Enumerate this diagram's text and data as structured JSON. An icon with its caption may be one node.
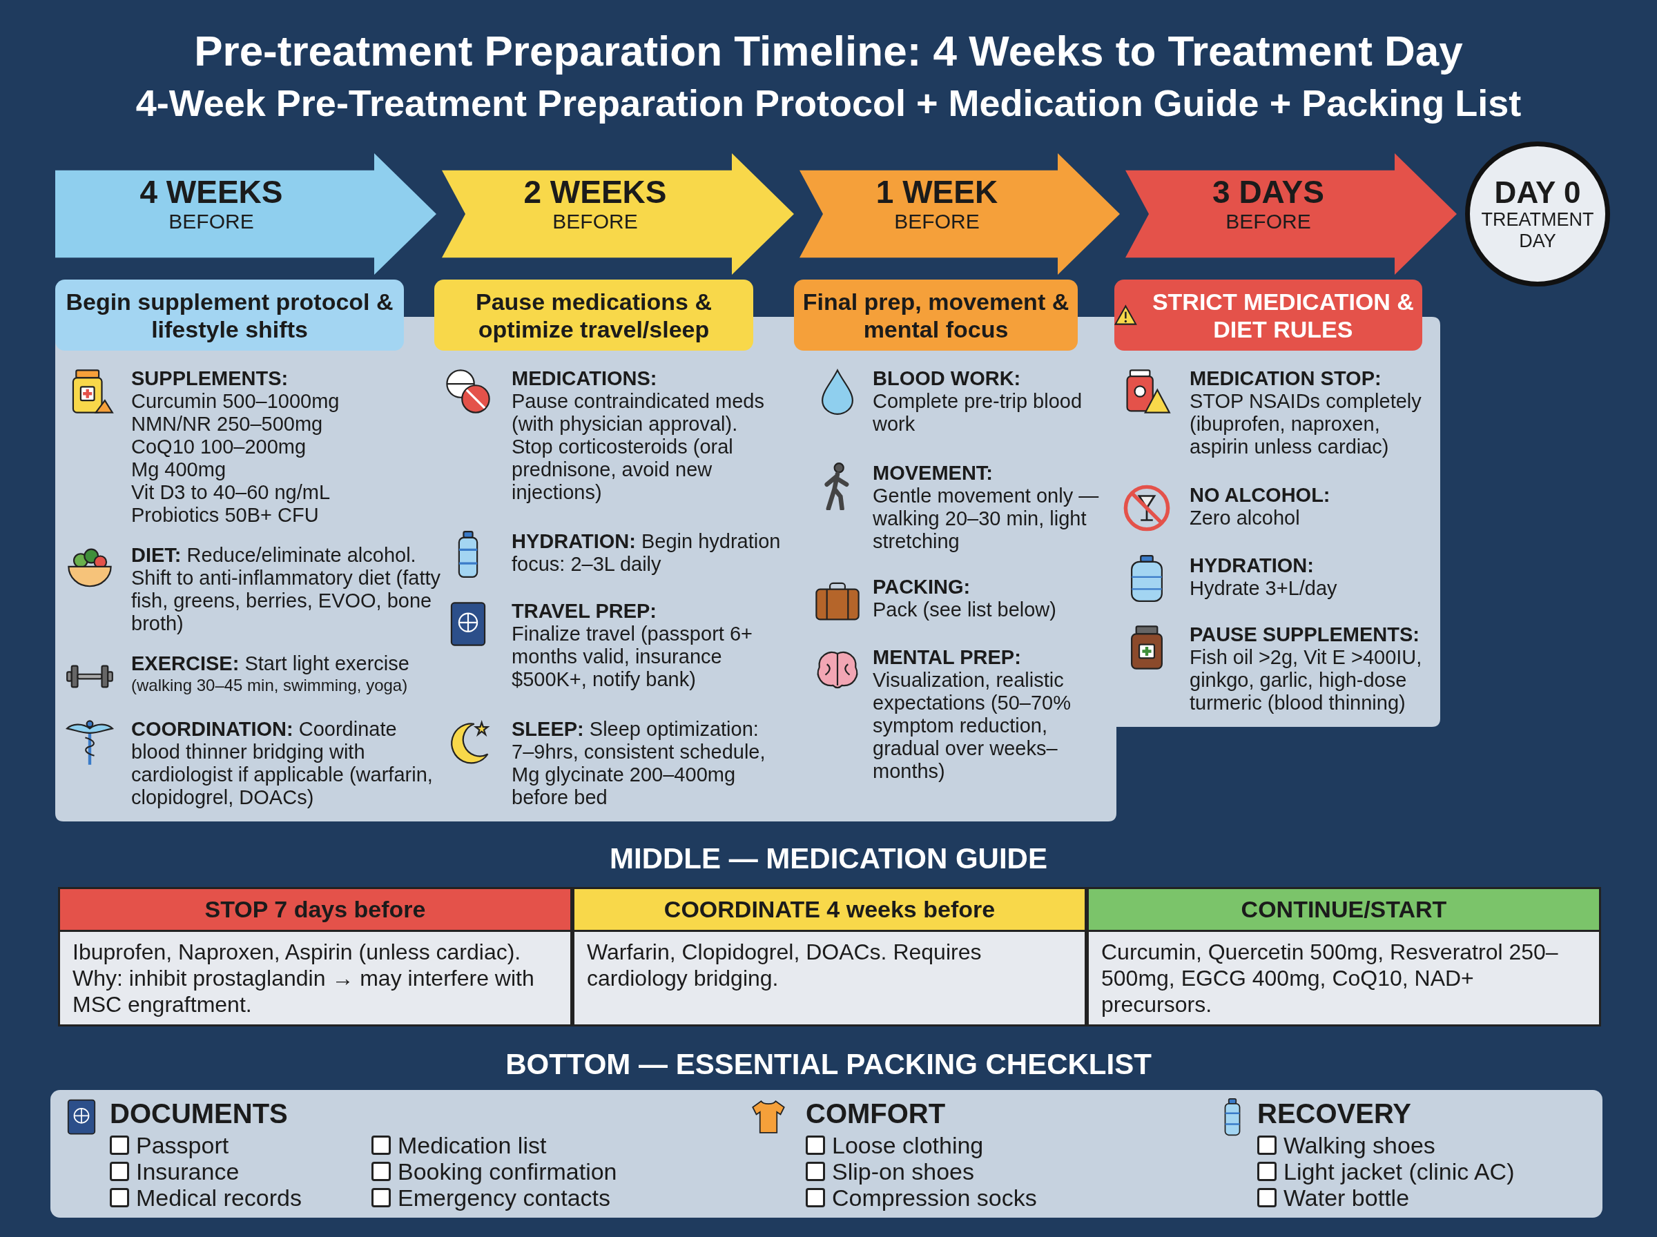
{
  "diagram": {
    "title": "Pre-treatment Preparation Timeline: 4 Weeks to Treatment Day",
    "nodes": [
      {
        "text": [
          "4 WEEKS",
          "BEFORE"
        ]
      },
      {
        "text": [
          "2 WEEKS",
          "BEFORE"
        ]
      },
      {
        "text": [
          "1 WEEK",
          "BEFORE"
        ]
      },
      {
        "text": [
          "3 DAYS",
          "BEFORE"
        ]
      },
      {
        "text": [
          "DAY 0",
          "TREATMENT DAY"
        ]
      },
      {
        "text": [
          "Begin supplement protocol & lifestyle shifts"
        ]
      },
      {
        "text": [
          "Pause medications & optimize travel/sleep"
        ]
      },
      {
        "text": [
          "Final prep, movement & mental focus"
        ]
      },
      {
        "text": [
          "STRICT MEDICATION & DIET RULES"
        ]
      }
    ],
    "labels": [
      "4-Week Pre-Treatment Preparation Protocol + Medication Guide + Packing List",
      "SUPPLEMENTS:",
      "Curcumin 500–1000mg",
      "NMN/NR 250–500mg",
      "CoQ10 100–200mg",
      "Mg 400mg",
      "Vit D3 to 40–60 ng/mL",
      "Probiotics 50B+ CFU",
      "**DIET:** Reduce/eliminate alcohol. Shift to anti-inflammatory diet (fatty fish, greens, berries, EVOO, bone broth)",
      "**EXERCISE:** Start light exercise",
      "(walking 30–45 min, swimming, yoga)",
      "**COORDINATION:** Coordinate blood thinner bridging with cardiologist if applicable (warfarin, clopidogrel, DOACs)",
      "MEDICATIONS:",
      "Pause contraindicated meds (with physician approval). Stop corticosteroids (oral prednisone, avoid new injections)",
      "**HYDRATION:** Begin hydration focus: 2–3L daily",
      "TRAVEL PREP:",
      "Finalize travel (passport 6+ months valid, insurance $500K+, notify bank)",
      "**SLEEP:** Sleep optimization: 7–9hrs, consistent schedule, Mg glycinate 200–400mg before bed",
      "BLOOD WORK:",
      "Complete pre-trip blood work",
      "MOVEMENT:",
      "Gentle movement only — walking 20–30 min, light stretching",
      "PACKING:",
      "Pack (see list below)",
      "MENTAL PREP:",
      "Visualization, realistic expectations (50–70% symptom reduction, gradual over weeks–months)",
      "MEDICATION STOP:",
      "STOP NSAIDs completely (ibuprofen, naproxen, aspirin unless cardiac)",
      "NO ALCOHOL:",
      "Zero alcohol",
      "HYDRATION:",
      "Hydrate 3+L/day",
      "PAUSE SUPPLEMENTS:",
      "Fish oil >2g, Vit E >400IU, ginkgo, garlic, high-dose turmeric (blood thinning)",
      "MIDDLE — MEDICATION GUIDE",
      "STOP 7 days before",
      "COORDINATE 4 weeks before",
      "CONTINUE/START",
      "Ibuprofen, Naproxen, Aspirin (unless cardiac). Why: inhibit prostaglandin → may interfere with MSC engraftment.",
      "Warfarin, Clopidogrel, DOACs. Requires cardiology bridging.",
      "Curcumin, Quercetin 500mg, Resveratrol 250–500mg, EGCG 400mg, CoQ10, NAD+ precursors.",
      "BOTTOM — ESSENTIAL PACKING CHECKLIST",
      "DOCUMENTS",
      "Passport",
      "Insurance",
      "Medical records",
      "Medication list",
      "Booking confirmation",
      "Emergency contacts",
      "COMFORT",
      "Loose clothing",
      "Slip-on shoes",
      "Compression socks",
      "RECOVERY",
      "Walking shoes",
      "Light jacket (clinic AC)",
      "Water bottle"
    ]
  }
}
